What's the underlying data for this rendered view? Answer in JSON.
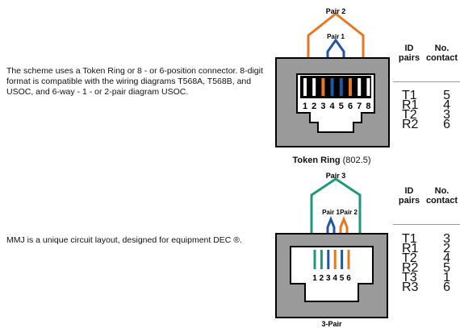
{
  "section1": {
    "description": "The scheme uses a Token Ring or 8 - or 6-position connector. 8-digit format is compatible with the wiring diagrams T568A, T568B, and USOC, and 6-way - 1 - or 2-pair diagram USOC.",
    "pair_outer_label": "Pair 2",
    "pair_inner_label": "Pair 1",
    "pin_numbers": [
      "1",
      "2",
      "3",
      "4",
      "5",
      "6",
      "7",
      "8"
    ],
    "pin_colors": [
      "#000000",
      "#000000",
      "#e87722",
      "#2255a4",
      "#2255a4",
      "#e87722",
      "#000000",
      "#000000"
    ],
    "caption_bold": "Token Ring",
    "caption_rest": " (802.5)",
    "table": {
      "header_id": [
        "ID",
        "pairs"
      ],
      "header_no": [
        "No.",
        "contact"
      ],
      "rows": [
        {
          "id": "T1",
          "contact": "5"
        },
        {
          "id": "R1",
          "contact": "4"
        },
        {
          "id": "T2",
          "contact": "3"
        },
        {
          "id": "R2",
          "contact": "6"
        }
      ]
    }
  },
  "section2": {
    "description": "MMJ is a unique circuit layout, designed for equipment DEC ®.",
    "pair_top_label": "Pair 3",
    "pair_left_label": "Pair 1",
    "pair_right_label": "Pair 2",
    "pin_numbers": [
      "1",
      "2",
      "3",
      "4",
      "5",
      "6"
    ],
    "pin_colors": [
      "#1a9a7a",
      "#1a9a7a",
      "#2255a4",
      "#e87722",
      "#2255a4",
      "#e87722"
    ],
    "caption": "3-Pair",
    "table": {
      "header_id": [
        "ID",
        "pairs"
      ],
      "header_no": [
        "No.",
        "contact"
      ],
      "rows": [
        {
          "id": "T1",
          "contact": "3"
        },
        {
          "id": "R1",
          "contact": "2"
        },
        {
          "id": "T2",
          "contact": "4"
        },
        {
          "id": "R2",
          "contact": "5"
        },
        {
          "id": "T3",
          "contact": "1"
        },
        {
          "id": "R3",
          "contact": "6"
        }
      ]
    }
  },
  "colors": {
    "orange": "#e87722",
    "blue": "#2255a4",
    "green": "#1a9a7a",
    "jack_fill": "#9a9a9a"
  }
}
